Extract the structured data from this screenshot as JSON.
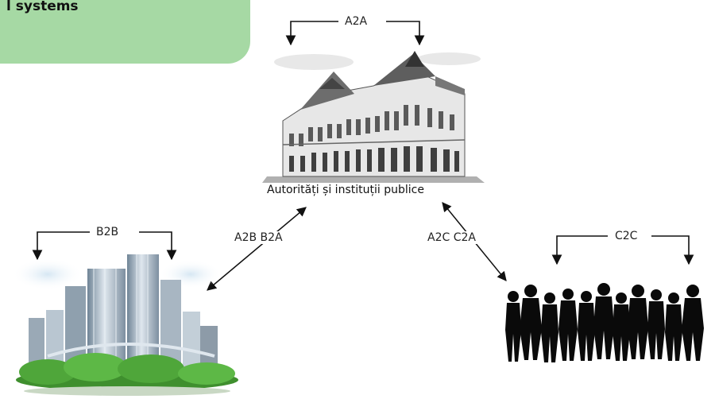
{
  "title": "l systems",
  "labels": {
    "a2a": "A2A",
    "b2b": "B2B",
    "c2c": "C2C",
    "a2b_b2a": "A2B B2A",
    "a2c_c2a": "A2C C2A"
  },
  "caption": "Autorități și instituții publice",
  "colors": {
    "title_box": "#a6d9a4",
    "arrows": "#111111",
    "people": "#0a0a0a",
    "buildings": "#8fa0ae",
    "greenery": "#4fa63a"
  }
}
